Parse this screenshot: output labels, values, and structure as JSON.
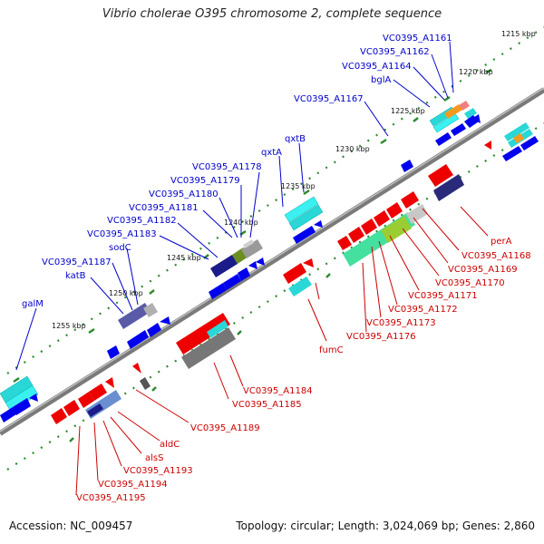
{
  "title": "Vibrio cholerae O395 chromosome 2, complete sequence",
  "footer": {
    "accession": "Accession: NC_009457",
    "topology": "Topology: circular; Length: 3,024,069 bp; Genes: 2,860"
  },
  "colors": {
    "top_strand": "#0000ee",
    "bottom_strand": "#ee0000",
    "backbone": "#888888",
    "ticks": "#2e8b2e"
  },
  "scale_labels": [
    "1215 kbp",
    "1220 kbp",
    "1225 kbp",
    "1230 kbp",
    "1235 kbp",
    "1240 kbp",
    "1245 kbp",
    "1250 kbp",
    "1255 kbp"
  ],
  "top_genes": [
    "VC0395_A1161",
    "VC0395_A1162",
    "VC0395_A1164",
    "bglA",
    "VC0395_A1167",
    "qxtB",
    "qxtA",
    "VC0395_A1178",
    "VC0395_A1179",
    "VC0395_A1180",
    "VC0395_A1181",
    "VC0395_A1182",
    "VC0395_A1183",
    "sodC",
    "VC0395_A1187",
    "katB",
    "galM"
  ],
  "bottom_genes": [
    "perA",
    "VC0395_A1168",
    "VC0395_A1169",
    "VC0395_A1170",
    "VC0395_A1171",
    "VC0395_A1172",
    "VC0395_A1173",
    "VC0395_A1176",
    "fumC",
    "VC0395_A1184",
    "VC0395_A1185",
    "VC0395_A1189",
    "aldC",
    "alsS",
    "VC0395_A1193",
    "VC0395_A1194",
    "VC0395_A1195"
  ]
}
